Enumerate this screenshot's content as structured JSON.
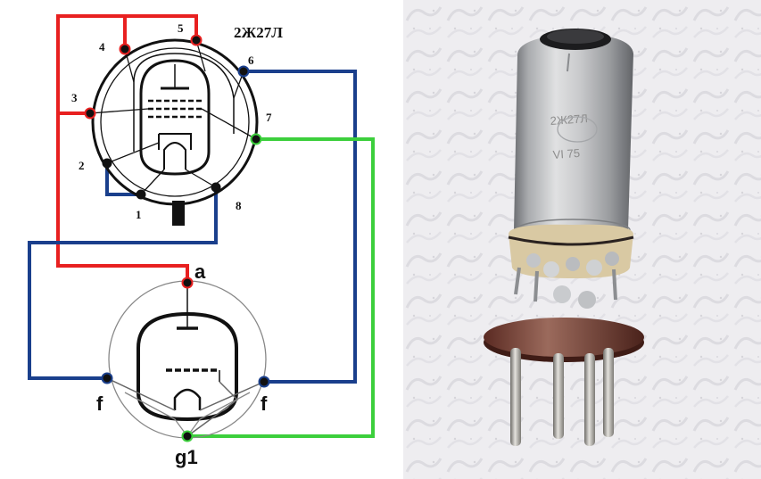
{
  "tube_label": "2Ж27Л",
  "octal_pins": [
    "1",
    "2",
    "3",
    "4",
    "5",
    "6",
    "7",
    "8"
  ],
  "subminiature_pins": {
    "anode": "a",
    "filament_left": "f",
    "filament_right": "f",
    "grid": "g1"
  },
  "wire_colors": {
    "red": "#e82020",
    "blue": "#1a3f8c",
    "green": "#3ccf3c"
  },
  "photo": {
    "body_marking": "2Ж27Л",
    "body_marking_second": "VI 75"
  }
}
